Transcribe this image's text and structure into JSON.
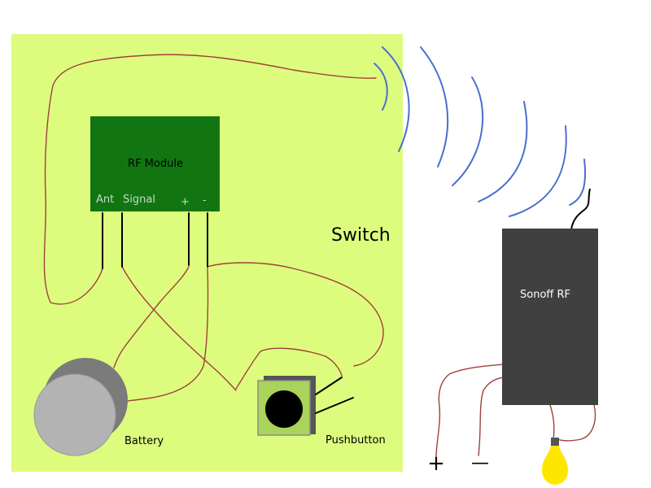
{
  "switch_label": "Switch",
  "rf_module": {
    "title": "RF Module",
    "pins": {
      "ant": "Ant",
      "signal": "Signal",
      "plus": "+",
      "minus": "-"
    }
  },
  "battery_label": "Battery",
  "pushbutton_label": "Pushbutton",
  "sonoff_label": "Sonoff RF",
  "terminals": {
    "plus": "+",
    "minus": "—"
  },
  "colors": {
    "switch_board": "#ddfc7e",
    "rf_module": "#117611",
    "sonoff": "#404040",
    "wire": "#a0413a",
    "wave": "#4a6fd0",
    "bulb": "#ffe600"
  }
}
